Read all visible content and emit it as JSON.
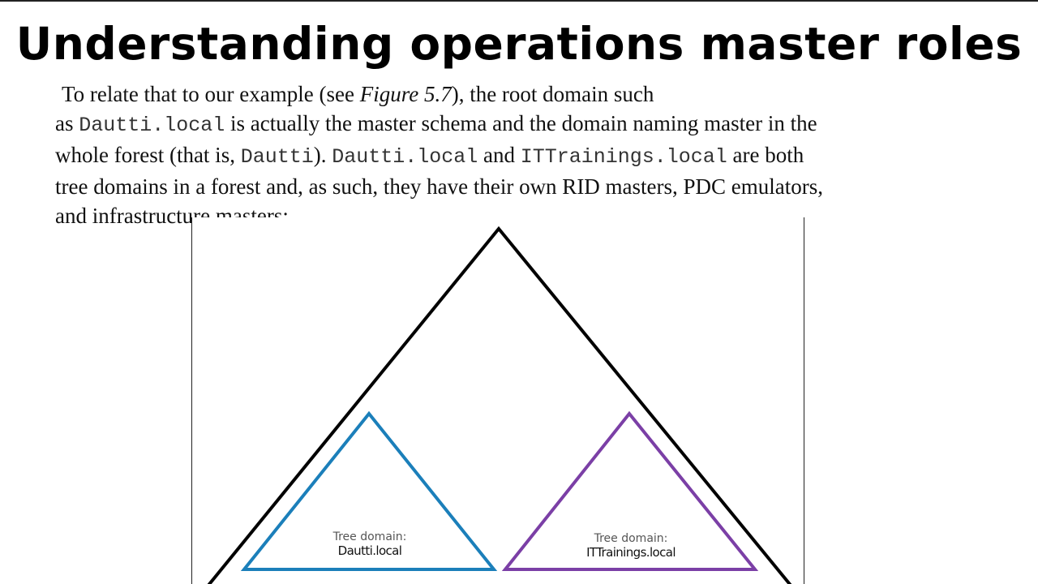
{
  "slide": {
    "title": "Understanding operations master roles"
  },
  "paragraph": {
    "l1_a": "To relate that to our example (see ",
    "l1_fig": "Figure 5.7",
    "l1_b": "), the root domain such",
    "l2_a": "as ",
    "l2_code": "Dautti.local",
    "l2_b": " is actually the master schema and the domain naming master in the",
    "l3_a": "whole forest (that is, ",
    "l3_code1": "Dautti",
    "l3_b": "). ",
    "l3_code2": "Dautti.local",
    "l3_c": " and ",
    "l3_code3": "ITTrainings.local",
    "l3_d": " are both",
    "l4": "tree domains in a forest and, as such, they have their own RID masters, PDC emulators,",
    "l5": "and infrastructure masters:"
  },
  "figure": {
    "left_tree": {
      "caption": "Tree domain:",
      "name": "Dautti.local",
      "color": "#1b7fba"
    },
    "right_tree": {
      "caption": "Tree domain:",
      "name": "ITTrainings.local",
      "color": "#7b3fa6"
    },
    "forest_color": "#000000"
  }
}
